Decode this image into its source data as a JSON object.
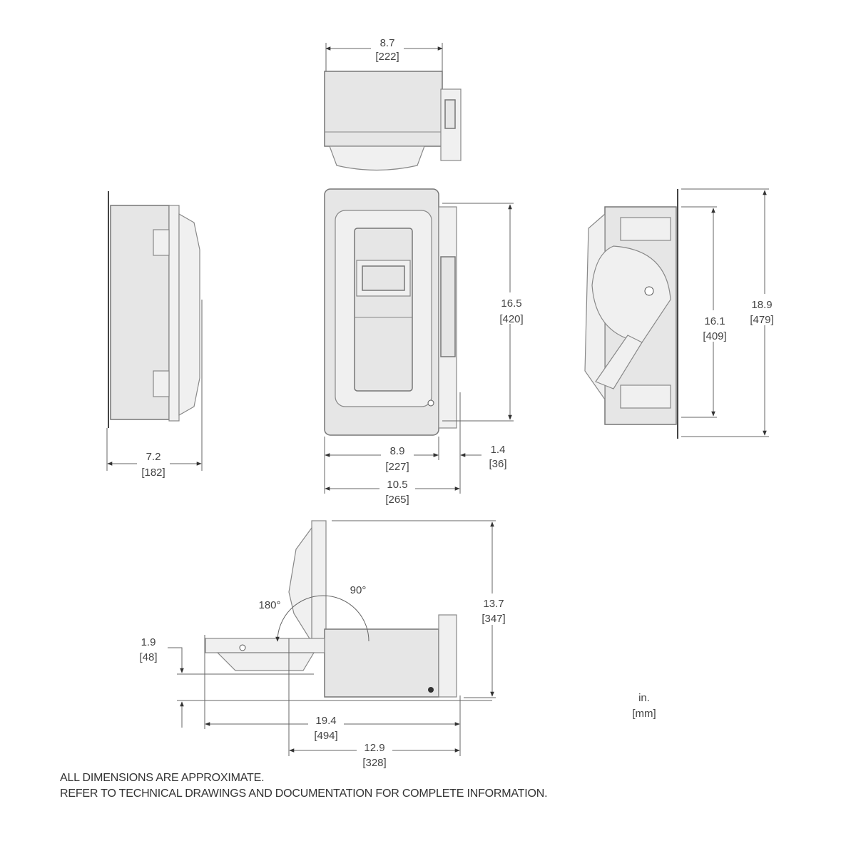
{
  "dimensions": {
    "top_width": {
      "in": "8.7",
      "mm": "[222]"
    },
    "front_height": {
      "in": "16.5",
      "mm": "[420]"
    },
    "front_width": {
      "in": "8.9",
      "mm": "[227]"
    },
    "handle_depth": {
      "in": "1.4",
      "mm": "[36]"
    },
    "overall_width": {
      "in": "10.5",
      "mm": "[265]"
    },
    "side_depth": {
      "in": "7.2",
      "mm": "[182]"
    },
    "mount_height": {
      "in": "16.1",
      "mm": "[409]"
    },
    "overall_height": {
      "in": "18.9",
      "mm": "[479]"
    },
    "door_open_height": {
      "in": "13.7",
      "mm": "[347]"
    },
    "door_offset": {
      "in": "1.9",
      "mm": "[48]"
    },
    "door_open_span": {
      "in": "19.4",
      "mm": "[494]"
    },
    "open_depth": {
      "in": "12.9",
      "mm": "[328]"
    }
  },
  "angles": {
    "a90": "90°",
    "a180": "180°"
  },
  "units": {
    "line1": "in.",
    "line2": "[mm]"
  },
  "notes": {
    "line1": "ALL DIMENSIONS ARE APPROXIMATE.",
    "line2": "REFER TO TECHNICAL DRAWINGS AND DOCUMENTATION FOR COMPLETE INFORMATION."
  }
}
